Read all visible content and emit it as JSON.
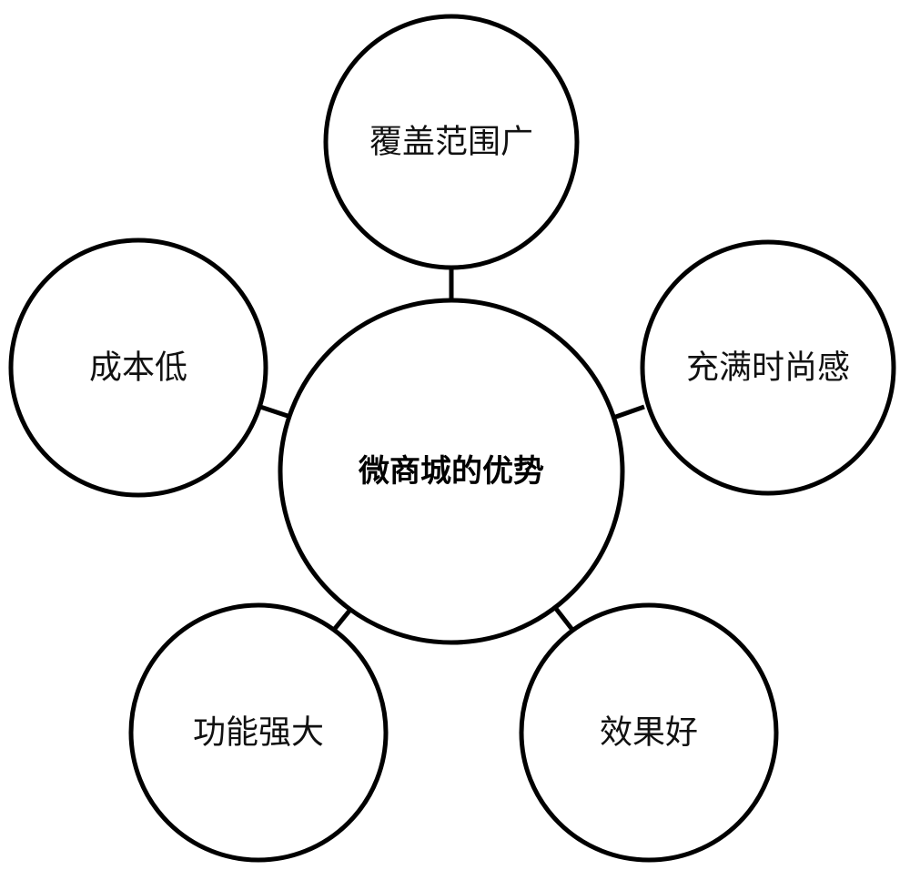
{
  "center": {
    "label": "微商城的优势"
  },
  "nodes": [
    {
      "id": "top",
      "label": "覆盖范围广"
    },
    {
      "id": "left",
      "label": "成本低"
    },
    {
      "id": "right",
      "label": "充满时尚感"
    },
    {
      "id": "bottom-left",
      "label": "功能强大"
    },
    {
      "id": "bottom-right",
      "label": "效果好"
    }
  ],
  "colors": {
    "stroke": "#000000",
    "fill": "#ffffff",
    "text": "#111111"
  }
}
